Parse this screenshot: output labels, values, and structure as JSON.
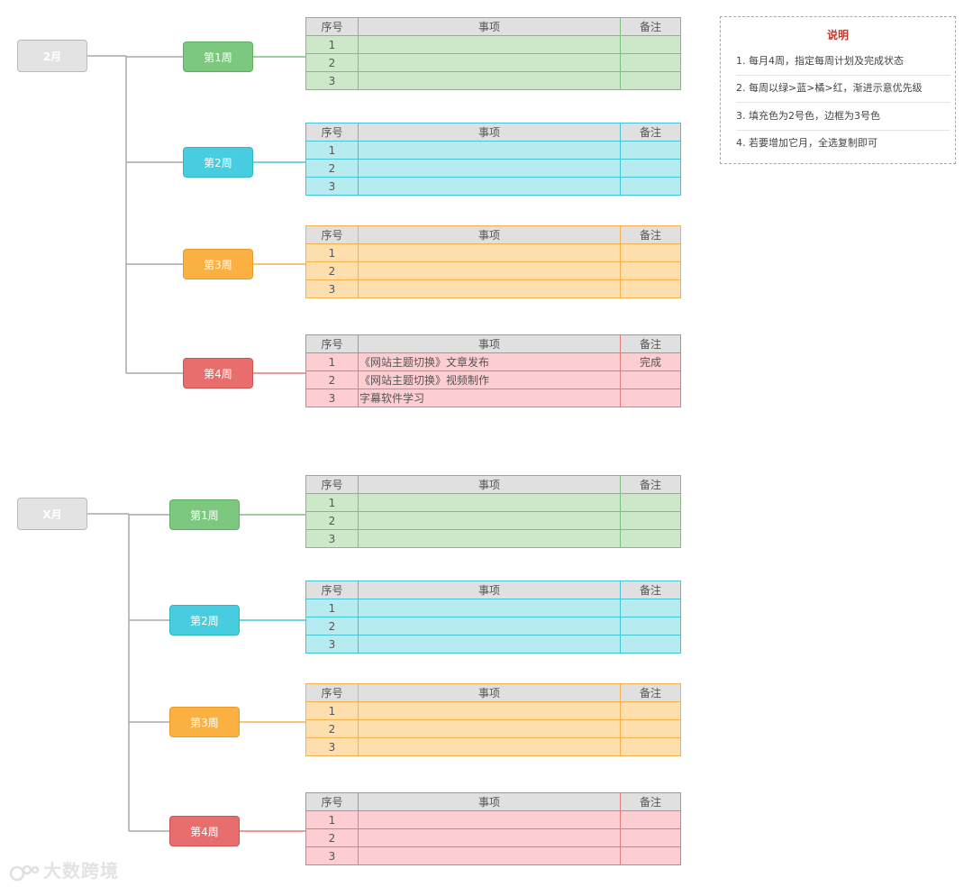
{
  "table_header": {
    "no": "序号",
    "item": "事项",
    "note": "备注"
  },
  "months": [
    {
      "label": "2月",
      "weeks": [
        {
          "label": "第1周",
          "theme": "green",
          "rows": [
            {
              "no": "1",
              "item": "",
              "note": ""
            },
            {
              "no": "2",
              "item": "",
              "note": ""
            },
            {
              "no": "3",
              "item": "",
              "note": ""
            }
          ]
        },
        {
          "label": "第2周",
          "theme": "blue",
          "rows": [
            {
              "no": "1",
              "item": "",
              "note": ""
            },
            {
              "no": "2",
              "item": "",
              "note": ""
            },
            {
              "no": "3",
              "item": "",
              "note": ""
            }
          ]
        },
        {
          "label": "第3周",
          "theme": "orange",
          "rows": [
            {
              "no": "1",
              "item": "",
              "note": ""
            },
            {
              "no": "2",
              "item": "",
              "note": ""
            },
            {
              "no": "3",
              "item": "",
              "note": ""
            }
          ]
        },
        {
          "label": "第4周",
          "theme": "red",
          "rows": [
            {
              "no": "1",
              "item": "《网站主题切换》文章发布",
              "note": "完成"
            },
            {
              "no": "2",
              "item": "《网站主题切换》视频制作",
              "note": ""
            },
            {
              "no": "3",
              "item": "字幕软件学习",
              "note": ""
            }
          ]
        }
      ]
    },
    {
      "label": "X月",
      "weeks": [
        {
          "label": "第1周",
          "theme": "green",
          "rows": [
            {
              "no": "1",
              "item": "",
              "note": ""
            },
            {
              "no": "2",
              "item": "",
              "note": ""
            },
            {
              "no": "3",
              "item": "",
              "note": ""
            }
          ]
        },
        {
          "label": "第2周",
          "theme": "blue",
          "rows": [
            {
              "no": "1",
              "item": "",
              "note": ""
            },
            {
              "no": "2",
              "item": "",
              "note": ""
            },
            {
              "no": "3",
              "item": "",
              "note": ""
            }
          ]
        },
        {
          "label": "第3周",
          "theme": "orange",
          "rows": [
            {
              "no": "1",
              "item": "",
              "note": ""
            },
            {
              "no": "2",
              "item": "",
              "note": ""
            },
            {
              "no": "3",
              "item": "",
              "note": ""
            }
          ]
        },
        {
          "label": "第4周",
          "theme": "red",
          "rows": [
            {
              "no": "1",
              "item": "",
              "note": ""
            },
            {
              "no": "2",
              "item": "",
              "note": ""
            },
            {
              "no": "3",
              "item": "",
              "note": ""
            }
          ]
        }
      ]
    }
  ],
  "legend": {
    "title": "说明",
    "items": [
      "1. 每月4周，指定每周计划及完成状态",
      "2. 每周以绿>蓝>橘>红，渐进示意优先级",
      "3. 填充色为2号色，边框为3号色",
      "4. 若要增加它月，全选复制即可"
    ]
  },
  "themes": {
    "green": {
      "box_fill": "#7dc87f",
      "box_border": "#5fae62",
      "row_fill": "#cde8c9",
      "border": "#7dbf7e"
    },
    "blue": {
      "box_fill": "#48cde0",
      "box_border": "#2fb4c8",
      "row_fill": "#b6ebf0",
      "border": "#46c3d6"
    },
    "orange": {
      "box_fill": "#fbb042",
      "box_border": "#eb9a2a",
      "row_fill": "#fddfae",
      "border": "#f5b14e"
    },
    "red": {
      "box_fill": "#e86e6e",
      "box_border": "#cf5252",
      "row_fill": "#fccdd1",
      "border": "#e47b7b"
    }
  },
  "watermark": "大数跨境"
}
